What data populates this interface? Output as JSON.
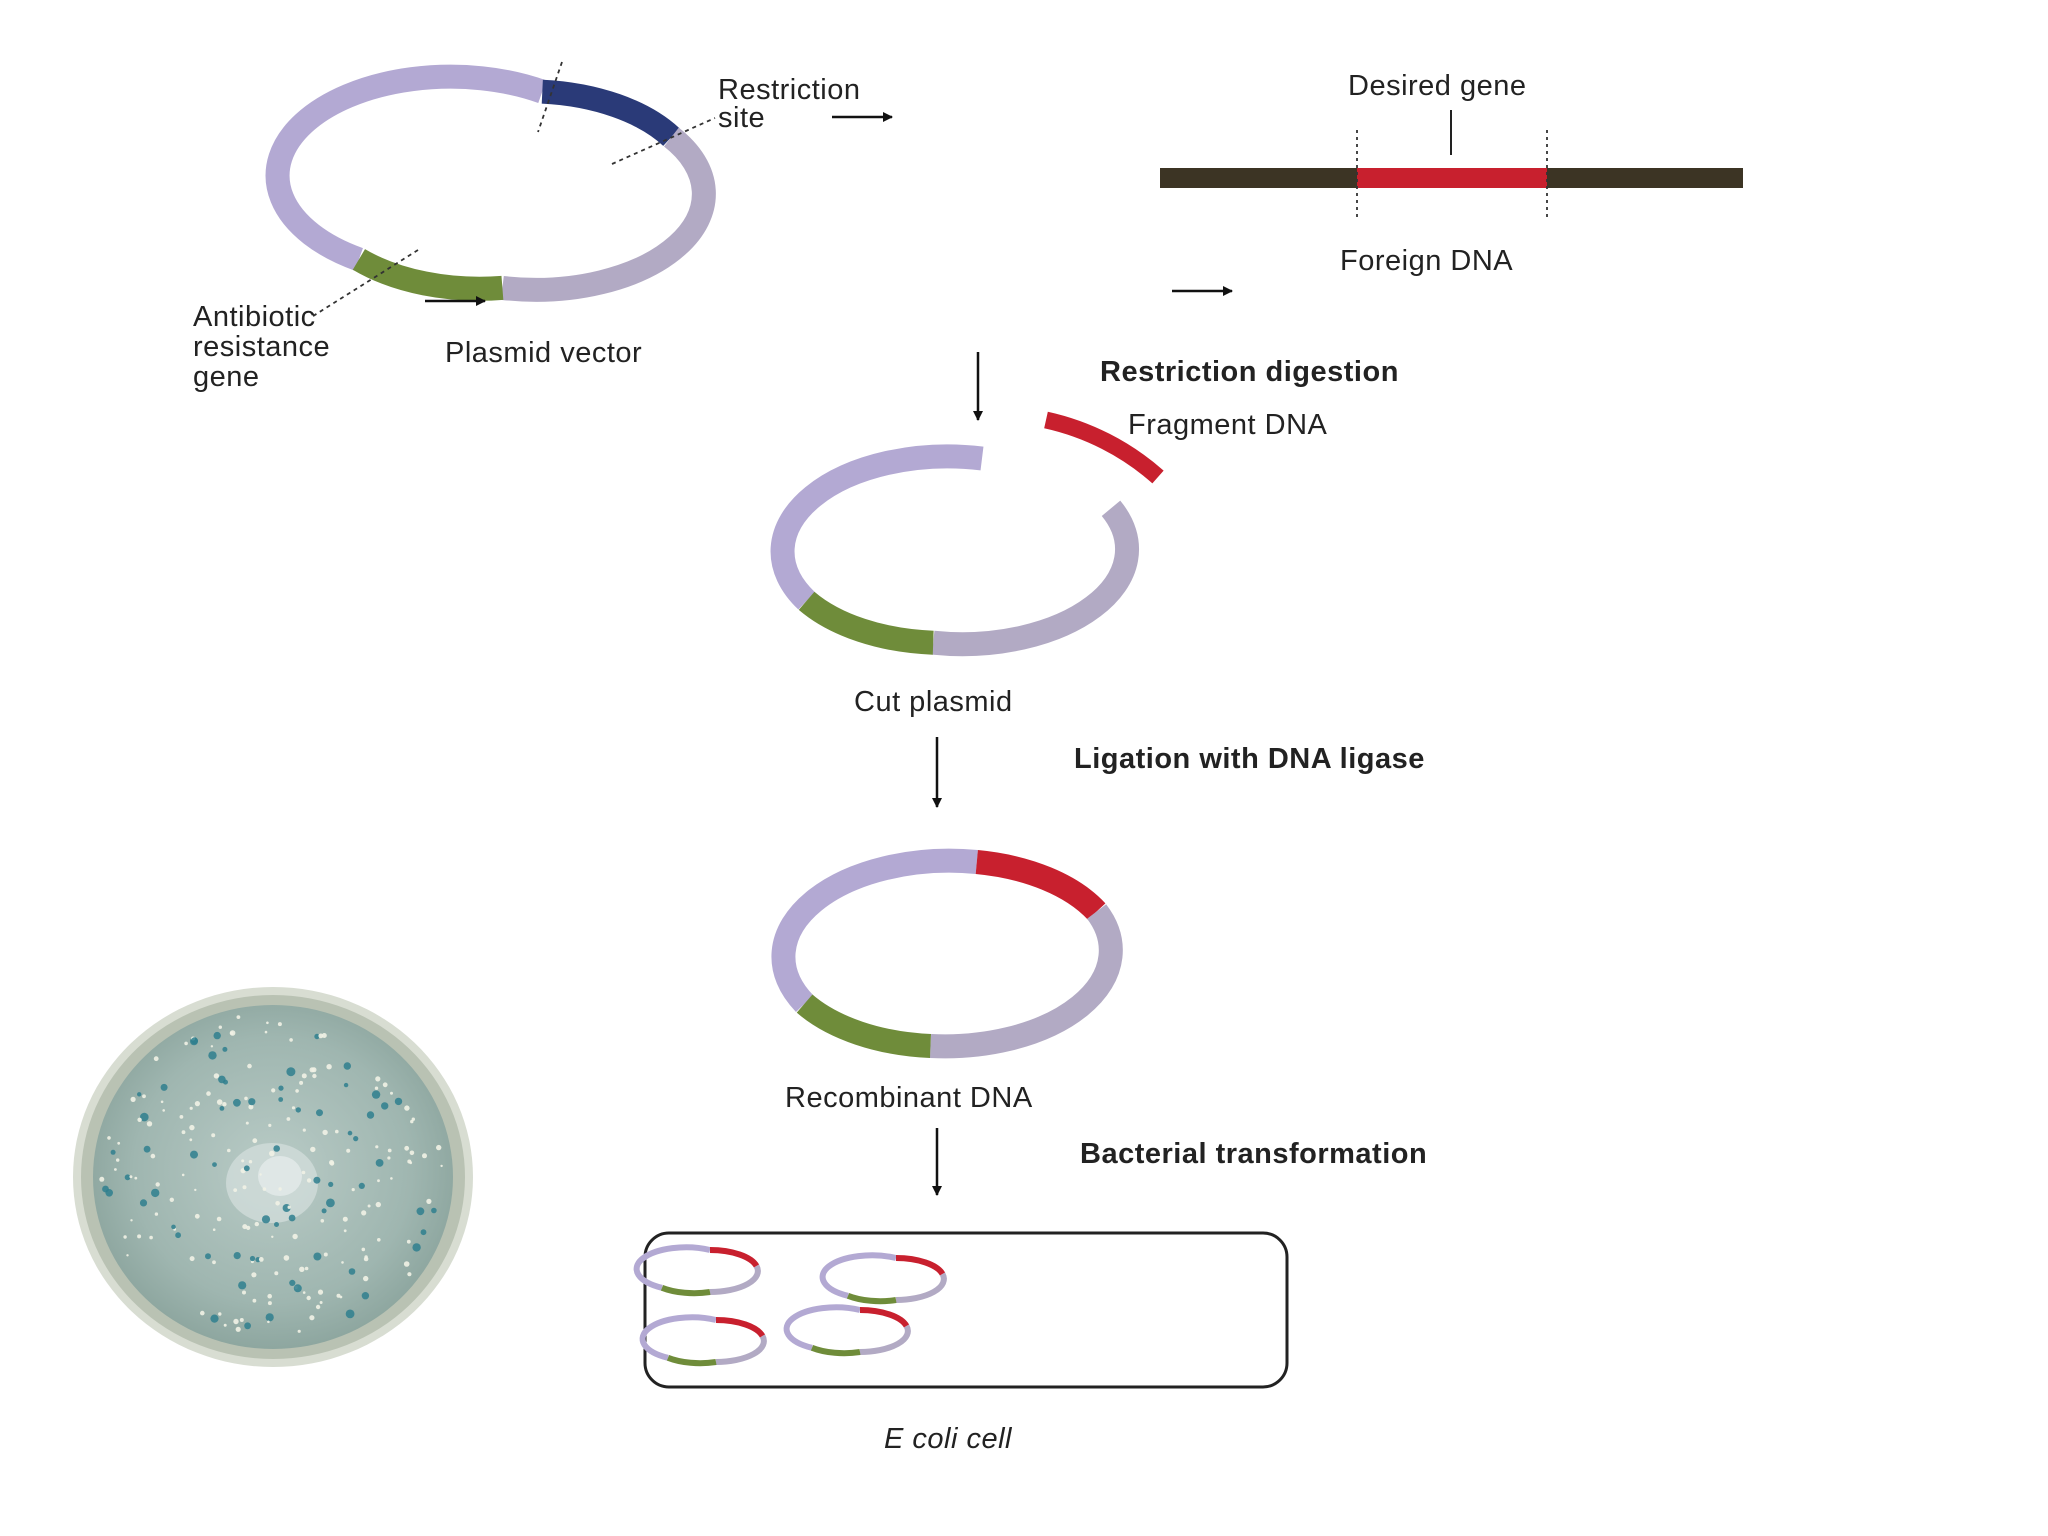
{
  "labels": {
    "restriction_site_line1": "Restriction",
    "restriction_site_line2": "site",
    "antibiotic_line1": "Antibiotic",
    "antibiotic_line2": "resistance",
    "antibiotic_line3": "gene",
    "plasmid_vector": "Plasmid vector",
    "desired_gene": "Desired gene",
    "foreign_dna": "Foreign DNA",
    "fragment_dna": "Fragment DNA",
    "cut_plasmid": "Cut plasmid",
    "recombinant_dna": "Recombinant DNA",
    "ecoli_cell": "E coli cell"
  },
  "steps": {
    "restriction_digestion": "Restriction digestion",
    "ligation": "Ligation with DNA ligase",
    "transformation": "Bacterial transformation"
  },
  "colors": {
    "plasmid_light": "#b3a9d3",
    "plasmid_gray": "#b2aac4",
    "restriction_site": "#2a3a78",
    "antibiotic_gene": "#6f8c3a",
    "desired_gene": "#c8202e",
    "foreign_dna": "#3c3424",
    "petri_agar": "#9fb3ad",
    "colony_blue": "#2f7f8e"
  },
  "icons": {
    "flow_arrow": "down-arrow-icon",
    "pointer_arrow": "right-arrow-icon",
    "petri_dish": "petri-dish-photo"
  }
}
